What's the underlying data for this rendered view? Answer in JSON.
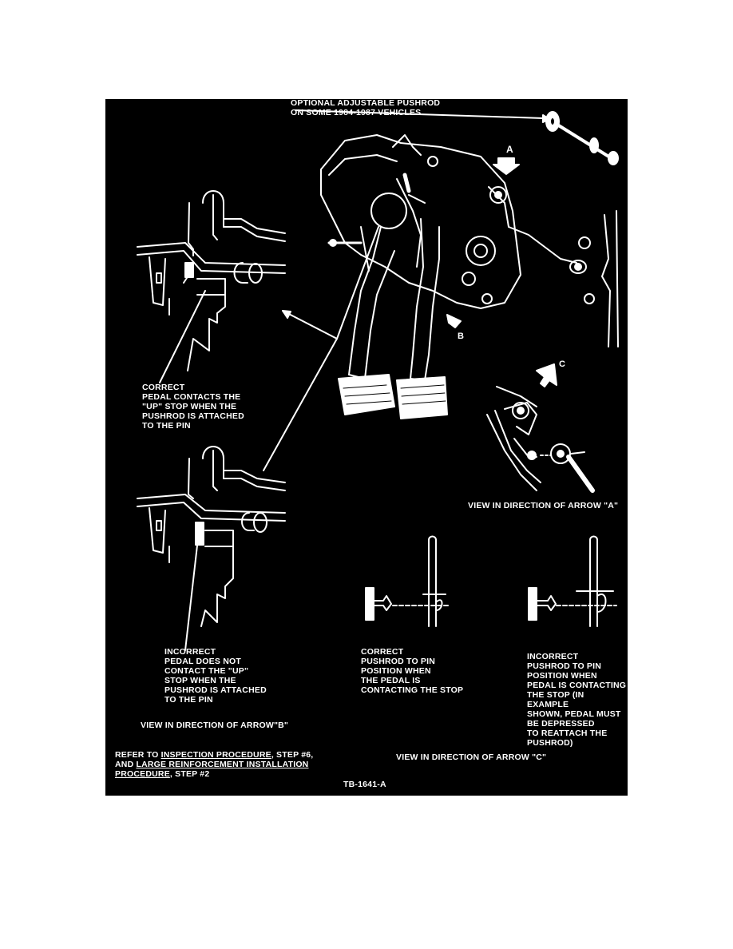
{
  "page": {
    "background": "#ffffff",
    "figure_background": "#000000",
    "ink": "#ffffff"
  },
  "labels": {
    "optional_pushrod": "OPTIONAL ADJUSTABLE PUSHROD\nON SOME 1984-1987 VEHICLES",
    "arrow_a": "A",
    "arrow_b": "B",
    "arrow_c": "C",
    "correct_up_stop": "CORRECT\nPEDAL CONTACTS THE\n\"UP\" STOP WHEN THE\nPUSHROD IS ATTACHED\nTO THE PIN",
    "view_arrow_a": "VIEW IN DIRECTION OF ARROW \"A\"",
    "incorrect_up_stop": "INCORRECT\nPEDAL DOES NOT\nCONTACT THE \"UP\"\nSTOP WHEN THE\nPUSHROD IS ATTACHED\nTO THE PIN",
    "correct_pin_position": "CORRECT\nPUSHROD TO PIN\nPOSITION WHEN\nTHE PEDAL IS\nCONTACTING THE STOP",
    "incorrect_pin_position": "INCORRECT\nPUSHROD TO PIN\nPOSITION WHEN\nPEDAL IS CONTACTING\nTHE STOP (IN EXAMPLE\nSHOWN, PEDAL MUST\nBE DEPRESSED\nTO REATTACH THE\nPUSHROD)",
    "view_arrow_b": "VIEW IN DIRECTION OF ARROW\"B\"",
    "view_arrow_c": "VIEW IN DIRECTION OF ARROW \"C\"",
    "refer_prefix": "REFER TO ",
    "refer_link1": "INSPECTION PROCEDURE",
    "refer_mid1": ", STEP #6,",
    "refer_and": "AND ",
    "refer_link2": "LARGE REINFORCEMENT INSTALLATION",
    "refer_link3": "PROCEDURE",
    "refer_end": ", STEP #2",
    "figure_id": "TB-1641-A"
  }
}
